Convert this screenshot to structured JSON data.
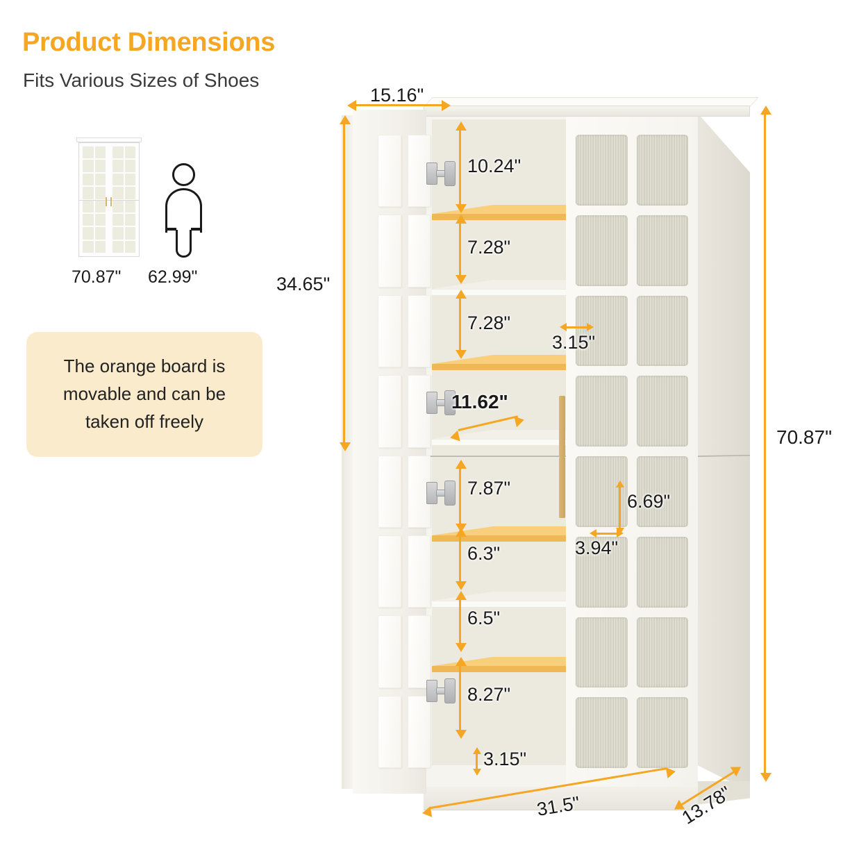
{
  "header": {
    "title": "Product Dimensions",
    "subtitle": "Fits Various Sizes of Shoes"
  },
  "comparison": {
    "cabinet_icon": "cabinet-icon",
    "person_icon": "person-icon",
    "cabinet_height": "70.87\"",
    "person_height": "62.99\""
  },
  "note": {
    "line1": "The orange board is",
    "line2": "movable and can be",
    "line3": "taken off freely"
  },
  "dimensions": {
    "top_width": "15.16\"",
    "upper_section_height": "34.65\"",
    "upper_compartment_1": "10.24\"",
    "upper_compartment_2": "7.28\"",
    "upper_compartment_3": "7.28\"",
    "shelf_depth_side": "3.15\"",
    "shelf_width_diagonal": "11.62\"",
    "lower_compartment_1": "7.87\"",
    "lower_compartment_2": "6.3\"",
    "lower_compartment_3": "6.5\"",
    "lower_compartment_4": "8.27\"",
    "pane_height": "6.69\"",
    "pane_width": "3.94\"",
    "plinth_height": "3.15\"",
    "overall_height": "70.87\"",
    "overall_width": "31.5\"",
    "overall_depth": "13.78\""
  },
  "colors": {
    "accent_orange": "#F5A623",
    "note_background": "#FBEBCD",
    "text_dark": "#1A1A1A",
    "shelf_orange": "#F9CF7C",
    "handle_gold": "#D8BA74"
  }
}
